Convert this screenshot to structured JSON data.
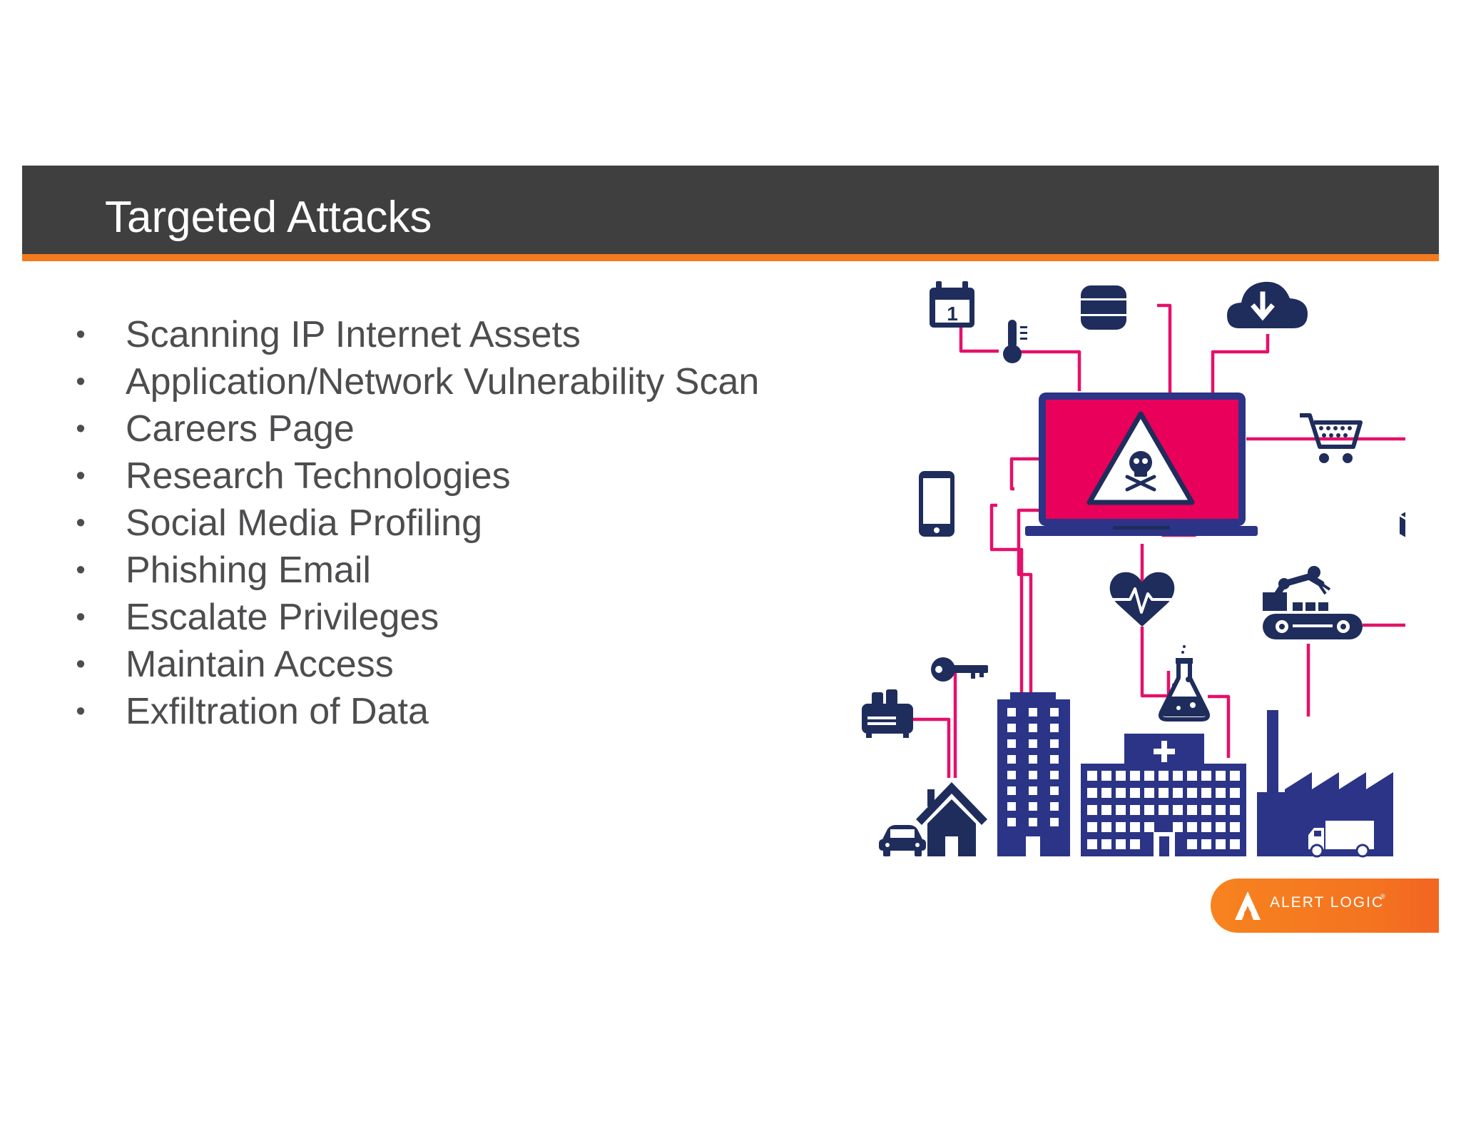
{
  "slide": {
    "title": "Targeted Attacks",
    "bullets": [
      "Scanning IP Internet Assets",
      "Application/Network Vulnerability Scan",
      "Careers Page",
      "Research Technologies",
      "Social Media Profiling",
      "Phishing Email",
      "Escalate Privileges",
      "Maintain Access",
      "Exfiltration of Data"
    ],
    "bullet_glyph": "•"
  },
  "illustration": {
    "calendar_day": "1",
    "icons": [
      "calendar-icon",
      "thermometer-icon",
      "database-icon",
      "cloud-download-icon",
      "laptop-icon",
      "warning-skull-icon",
      "smartphone-icon",
      "shopping-cart-icon",
      "cube-icon",
      "heart-pulse-icon",
      "robot-arm-conveyor-icon",
      "key-icon",
      "toaster-icon",
      "flask-icon",
      "car-icon",
      "house-icon",
      "office-building-icon",
      "hospital-icon",
      "factory-icon",
      "truck-icon"
    ]
  },
  "logo": {
    "text": "ALERT LOGIC",
    "mark": "®"
  },
  "colors": {
    "header": "#3f3f3f",
    "accent": "#f47a1f",
    "icon_navy": "#2b3486",
    "icon_dark": "#1f2d5c",
    "wire_pink": "#e5106a",
    "text": "#4d4d4f"
  }
}
